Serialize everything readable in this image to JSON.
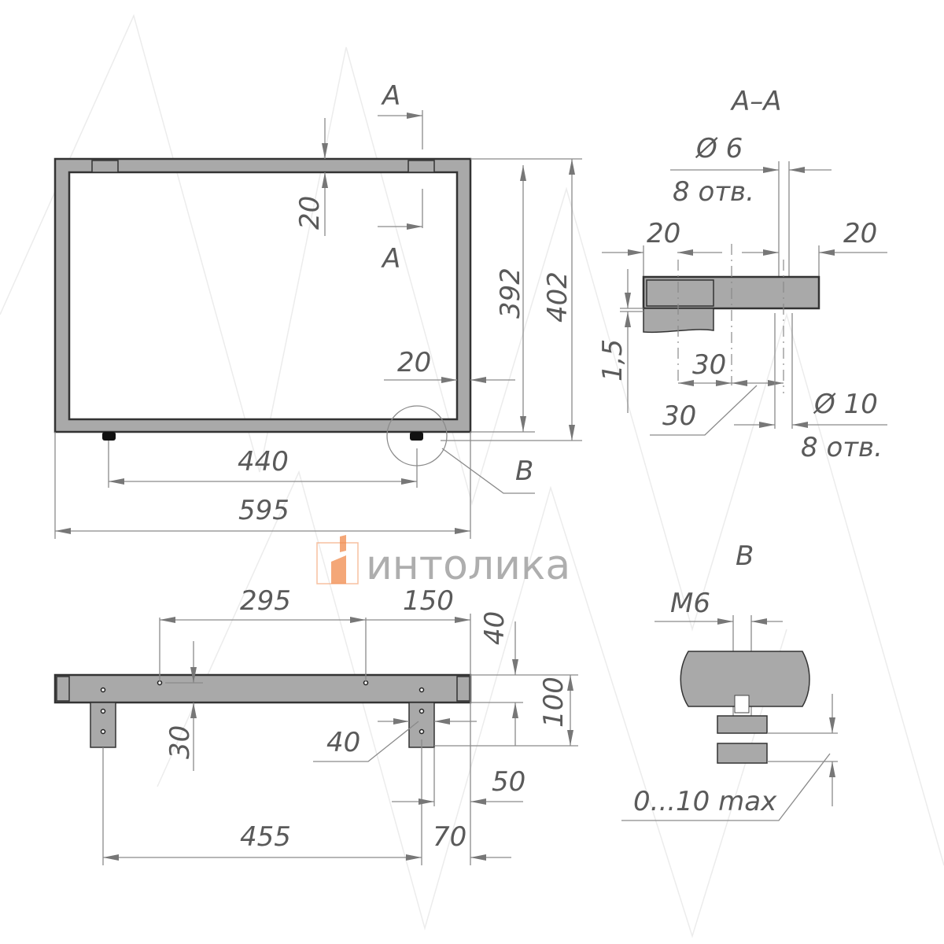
{
  "watermark": {
    "brand": "интолика",
    "brand_color": "#f08a4b",
    "text_color": "#9a9a9a"
  },
  "top_view": {
    "section_mark_top": "A",
    "section_mark_bottom": "A",
    "dim_top_wall": "20",
    "dim_inner_height": "392",
    "dim_outer_height": "402",
    "dim_side_wall": "20",
    "dim_feet_spacing": "440",
    "dim_width": "595",
    "detail_label": "B"
  },
  "section_view": {
    "title": "A–A",
    "hole_small": "Ø 6",
    "hole_small_count": "8 отв.",
    "dim_left": "20",
    "dim_right": "20",
    "dim_thickness": "1,5",
    "dim_30_a": "30",
    "dim_30_b": "30",
    "hole_large": "Ø 10",
    "hole_large_count": "8 отв."
  },
  "detail_view": {
    "title": "B",
    "thread": "M6",
    "adjustment": "0...10 max"
  },
  "front_view": {
    "dim_295": "295",
    "dim_150": "150",
    "dim_40_top": "40",
    "dim_100": "100",
    "dim_30": "30",
    "dim_40_leg": "40",
    "dim_50": "50",
    "dim_455": "455",
    "dim_70": "70"
  }
}
